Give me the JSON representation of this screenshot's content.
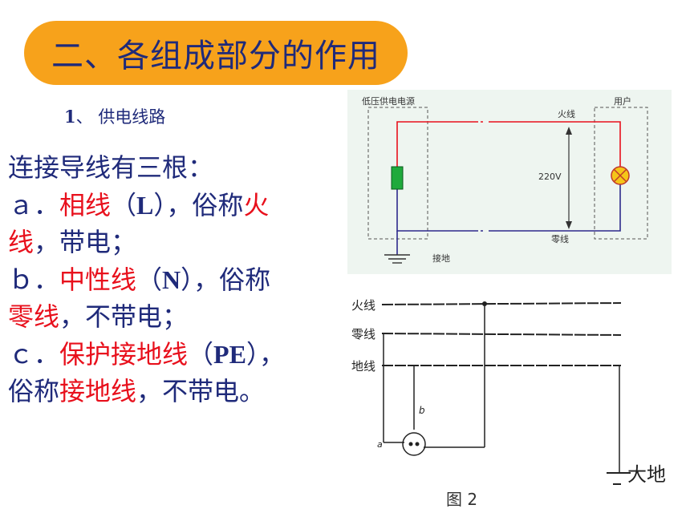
{
  "title": "二、各组成部分的作用",
  "subheading": {
    "number": "1",
    "sep": "、",
    "text": "供电线路"
  },
  "body": {
    "intro": "连接导线有三根：",
    "line_a": {
      "prefix": "ａ．",
      "term": "相线",
      "paren_open": "（",
      "code": "L",
      "paren_close": "）",
      "mid": "，俗称",
      "alias_1": "火",
      "alias_2": "线",
      "suffix": "，带电；"
    },
    "line_b": {
      "prefix": "ｂ．",
      "term": "中性线",
      "paren_open": "（",
      "code": "N",
      "paren_close": "）",
      "mid": "，俗称",
      "alias": "零线",
      "suffix": "，不带电；"
    },
    "line_c": {
      "prefix": "ｃ．",
      "term": "保护接地线",
      "paren_open": "（",
      "code": "PE",
      "paren_close": "）",
      "mid_1": "，",
      "mid_2": "俗称",
      "alias": "接地线",
      "suffix": "，不带电。"
    }
  },
  "diagram1": {
    "source_label": "低压供电电源",
    "user_label": "用户",
    "live_label": "火线",
    "voltage_label": "220V",
    "neutral_label": "零线",
    "ground_label": "接地",
    "colors": {
      "live": "#e8101c",
      "neutral": "#2e2a8c",
      "source": "#1faa3c",
      "lamp": "#f5c518",
      "background": "#eef5f0"
    }
  },
  "diagram2": {
    "live_label": "火线",
    "neutral_label": "零线",
    "ground_wire_label": "地线",
    "point_b": "b",
    "point_a": "a",
    "earth_label": "大地",
    "caption": "图 2"
  }
}
